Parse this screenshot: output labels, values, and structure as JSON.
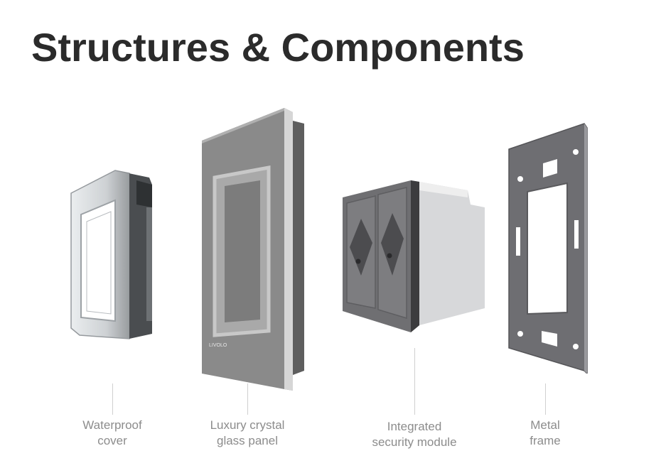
{
  "title": "Structures & Components",
  "components": [
    {
      "line1": "Waterproof",
      "line2": "cover"
    },
    {
      "line1": "Luxury crystal",
      "line2": "glass panel"
    },
    {
      "line1": "Integrated",
      "line2": "security module"
    },
    {
      "line1": "Metal",
      "line2": "frame"
    }
  ],
  "brand_mark": "LIVOLO",
  "colors": {
    "title": "#2b2b2b",
    "caption": "#8c8c8c",
    "glass_panel": "#8a8a8a",
    "socket_module": "#7a7a7a",
    "metal_frame": "#6e6e72"
  }
}
